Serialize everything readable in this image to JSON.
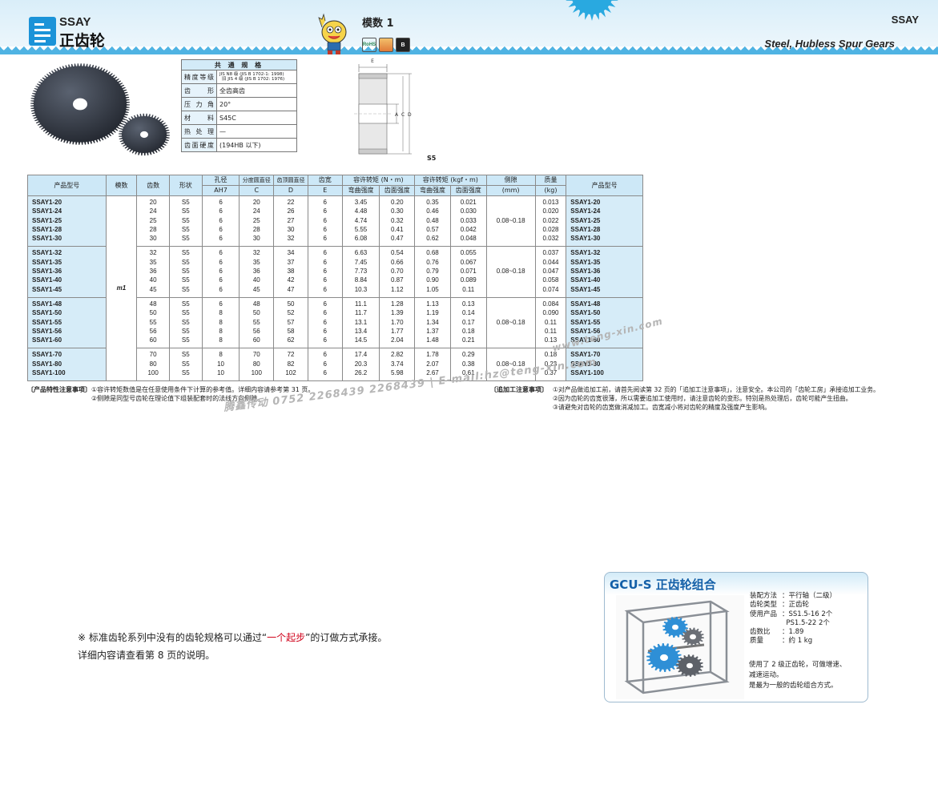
{
  "header": {
    "series_code": "SSAY",
    "title_cn": "正齿轮",
    "module_title": "模数 1",
    "series_code_right": "SSAY",
    "title_en": "Steel, Hubless Spur Gears",
    "badges": [
      "RoHS",
      "",
      "B"
    ]
  },
  "spec_table": {
    "title": "共 通 规 格",
    "rows": [
      {
        "key": "精度等级",
        "value_lines": [
          "JIS N8 级 (JIS B 1702-1: 1998)",
          "旧 JIS 4 级 (JIS B 1702: 1976)"
        ]
      },
      {
        "key": "齿形",
        "value": "全齿高齿"
      },
      {
        "key": "压力角",
        "value": "20°"
      },
      {
        "key": "材料",
        "value": "S45C"
      },
      {
        "key": "热处理",
        "value": "—"
      },
      {
        "key": "齿面硬度",
        "value": "(194HB 以下)"
      }
    ]
  },
  "drawing": {
    "dim_e": "E",
    "dim_a": "A",
    "dim_c": "C",
    "dim_d": "D",
    "shape": "S5"
  },
  "main_table": {
    "headers": {
      "product_no": "产品型号",
      "module": "模数",
      "teeth": "齿数",
      "shape": "形状",
      "bore": "孔径",
      "bore_sub": "AH7",
      "pitch": "分度圆直径",
      "pitch_sub": "C",
      "outer": "齿顶圆直径",
      "outer_sub": "D",
      "width": "齿宽",
      "width_sub": "E",
      "torque_nm": "容许转矩 (N・m)",
      "torque_kgf": "容许转矩 (kgf・m)",
      "bending": "弯曲强度",
      "surface": "齿面强度",
      "backlash": "侧隙",
      "backlash_unit": "(mm)",
      "mass": "质量",
      "mass_unit": "(kg)",
      "product_no_right": "产品型号"
    },
    "module_value": "m1",
    "groups": [
      {
        "backlash": "0.08~0.18",
        "rows": [
          [
            "SSAY1-20",
            "20",
            "S5",
            "6",
            "20",
            "22",
            "6",
            "3.45",
            "0.20",
            "0.35",
            "0.021",
            "0.013"
          ],
          [
            "SSAY1-24",
            "24",
            "S5",
            "6",
            "24",
            "26",
            "6",
            "4.48",
            "0.30",
            "0.46",
            "0.030",
            "0.020"
          ],
          [
            "SSAY1-25",
            "25",
            "S5",
            "6",
            "25",
            "27",
            "6",
            "4.74",
            "0.32",
            "0.48",
            "0.033",
            "0.022"
          ],
          [
            "SSAY1-28",
            "28",
            "S5",
            "6",
            "28",
            "30",
            "6",
            "5.55",
            "0.41",
            "0.57",
            "0.042",
            "0.028"
          ],
          [
            "SSAY1-30",
            "30",
            "S5",
            "6",
            "30",
            "32",
            "6",
            "6.08",
            "0.47",
            "0.62",
            "0.048",
            "0.032"
          ]
        ]
      },
      {
        "backlash": "0.08~0.18",
        "rows": [
          [
            "SSAY1-32",
            "32",
            "S5",
            "6",
            "32",
            "34",
            "6",
            "6.63",
            "0.54",
            "0.68",
            "0.055",
            "0.037"
          ],
          [
            "SSAY1-35",
            "35",
            "S5",
            "6",
            "35",
            "37",
            "6",
            "7.45",
            "0.66",
            "0.76",
            "0.067",
            "0.044"
          ],
          [
            "SSAY1-36",
            "36",
            "S5",
            "6",
            "36",
            "38",
            "6",
            "7.73",
            "0.70",
            "0.79",
            "0.071",
            "0.047"
          ],
          [
            "SSAY1-40",
            "40",
            "S5",
            "6",
            "40",
            "42",
            "6",
            "8.84",
            "0.87",
            "0.90",
            "0.089",
            "0.058"
          ],
          [
            "SSAY1-45",
            "45",
            "S5",
            "6",
            "45",
            "47",
            "6",
            "10.3",
            "1.12",
            "1.05",
            "0.11",
            "0.074"
          ]
        ]
      },
      {
        "backlash": "0.08~0.18",
        "rows": [
          [
            "SSAY1-48",
            "48",
            "S5",
            "6",
            "48",
            "50",
            "6",
            "11.1",
            "1.28",
            "1.13",
            "0.13",
            "0.084"
          ],
          [
            "SSAY1-50",
            "50",
            "S5",
            "8",
            "50",
            "52",
            "6",
            "11.7",
            "1.39",
            "1.19",
            "0.14",
            "0.090"
          ],
          [
            "SSAY1-55",
            "55",
            "S5",
            "8",
            "55",
            "57",
            "6",
            "13.1",
            "1.70",
            "1.34",
            "0.17",
            "0.11"
          ],
          [
            "SSAY1-56",
            "56",
            "S5",
            "8",
            "56",
            "58",
            "6",
            "13.4",
            "1.77",
            "1.37",
            "0.18",
            "0.11"
          ],
          [
            "SSAY1-60",
            "60",
            "S5",
            "8",
            "60",
            "62",
            "6",
            "14.5",
            "2.04",
            "1.48",
            "0.21",
            "0.13"
          ]
        ]
      },
      {
        "backlash": "0.08~0.18",
        "rows": [
          [
            "SSAY1-70",
            "70",
            "S5",
            "8",
            "70",
            "72",
            "6",
            "17.4",
            "2.82",
            "1.78",
            "0.29",
            "0.18"
          ],
          [
            "SSAY1-80",
            "80",
            "S5",
            "10",
            "80",
            "82",
            "6",
            "20.3",
            "3.74",
            "2.07",
            "0.38",
            "0.23"
          ],
          [
            "SSAY1-100",
            "100",
            "S5",
            "10",
            "100",
            "102",
            "6",
            "26.2",
            "5.98",
            "2.67",
            "0.61",
            "0.37"
          ]
        ]
      }
    ]
  },
  "notes_left": {
    "label": "〔产品特性注意事项〕",
    "items": [
      "①容许转矩数值是在任意使用条件下计算的参考值。详细内容请参考第 31 页。",
      "②侧隙是同型号齿轮在理论值下组装配套时的法线方向侧隙。"
    ]
  },
  "notes_right": {
    "label": "〔追加工注意事项〕",
    "items": [
      "①对产品做追加工前，请首先阅读第 32 页的「追加工注意事项」，注意安全。本公司的「齿轮工房」承接追加工业务。",
      "②因为齿轮的齿宽很薄，所以需要追加工使用时，请注意齿轮的变形。特别是热处理后，齿轮可能产生扭曲。",
      "③请避免对齿轮的齿宽做消减加工。齿宽减小将对齿轮的精度及强度产生影响。"
    ]
  },
  "watermark_main": "腾鑫传动 0752 2268439 2268439 | E-mail:hz@teng-xin.com",
  "watermark_side": "www.teng-xin.com",
  "order_note": {
    "prefix": "※ 标准齿轮系列中没有的齿轮规格可以通过“",
    "highlight": "一个起步",
    "suffix": "”的订做方式承接。",
    "line2": "详细内容请查看第 8 页的说明。"
  },
  "gcu": {
    "title": "GCU-S 正齿轮组合",
    "specs": [
      {
        "label": "装配方法",
        "value": "：平行轴（二级）"
      },
      {
        "label": "齿轮类型",
        "value": "：正齿轮"
      },
      {
        "label": "使用产品",
        "value": "：SS1.5-16 2个"
      },
      {
        "label": "",
        "value": "  PS1.5-22 2个"
      },
      {
        "label": "齿数比",
        "value": "：1.89"
      },
      {
        "label": "质量",
        "value": "：约 1 kg"
      }
    ],
    "note_lines": [
      "使用了 2 级正齿轮，可做增速、",
      "减速运动。",
      "是最为一般的齿轮组合方式。"
    ]
  }
}
